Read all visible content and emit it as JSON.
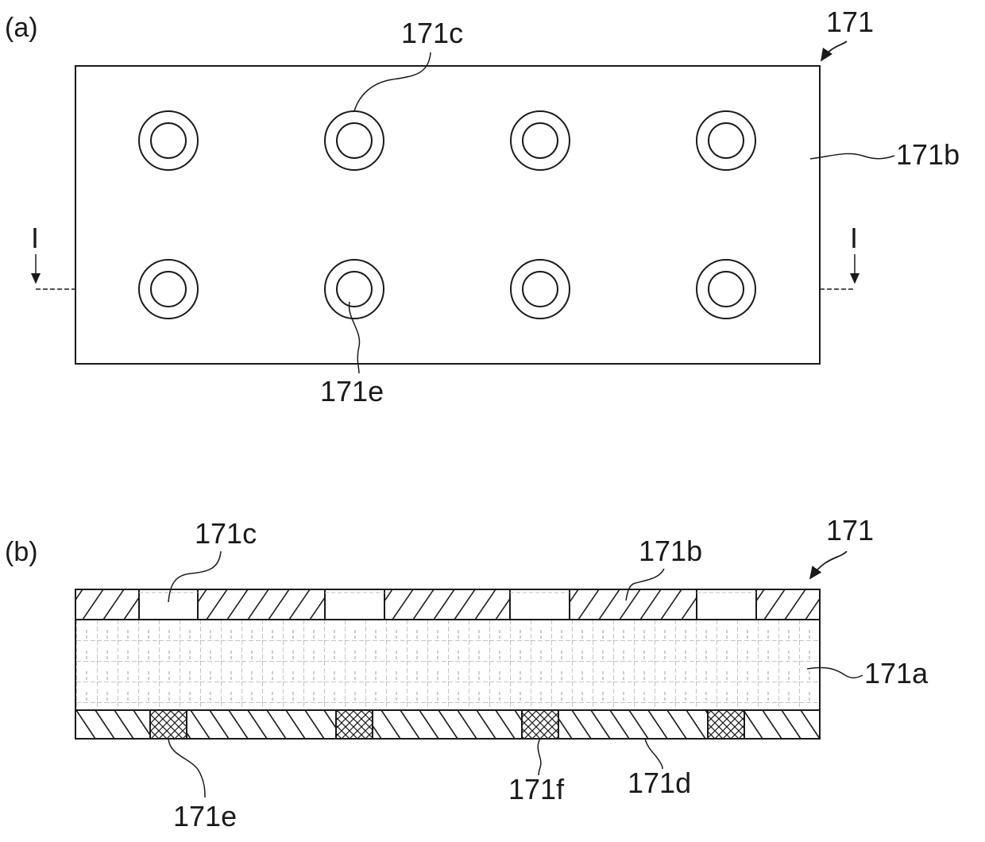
{
  "view_a": {
    "label": "(a)",
    "ref_171": "171",
    "ref_171c": "171c",
    "ref_171b": "171b",
    "ref_171e": "171e",
    "section_left": "I",
    "section_right": "I"
  },
  "view_b": {
    "label": "(b)",
    "ref_171": "171",
    "ref_171c": "171c",
    "ref_171b": "171b",
    "ref_171a": "171a",
    "ref_171e": "171e",
    "ref_171f": "171f",
    "ref_171d": "171d"
  }
}
